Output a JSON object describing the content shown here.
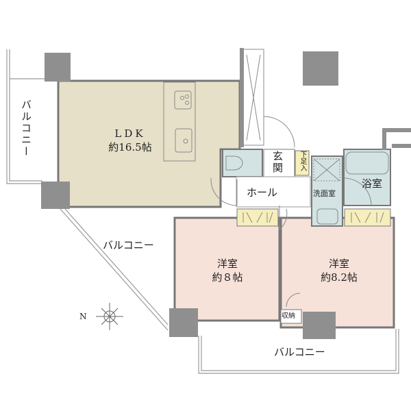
{
  "rooms": {
    "ldk": {
      "name": "LDK",
      "size": "約16.5帖"
    },
    "western1": {
      "name": "洋室",
      "size": "約８帖"
    },
    "western2": {
      "name": "洋室",
      "size": "約8.2帖"
    },
    "hall": "ホール",
    "entrance": "玄関",
    "shoe_storage": "下足入",
    "washroom": "洗面室",
    "bathroom": "浴室",
    "storage": "収納"
  },
  "balconies": {
    "left": "バルコニー",
    "diagonal": "バルコニー",
    "bottom": "バルコニー"
  },
  "compass": {
    "north_label": "N"
  },
  "colors": {
    "ldk": "#e7e0c9",
    "western": "#f7e2da",
    "wet": "#d3e3e3",
    "storage": "#f6eebb",
    "wall": "#8c8c8c",
    "pillar": "#8f8f8f"
  }
}
